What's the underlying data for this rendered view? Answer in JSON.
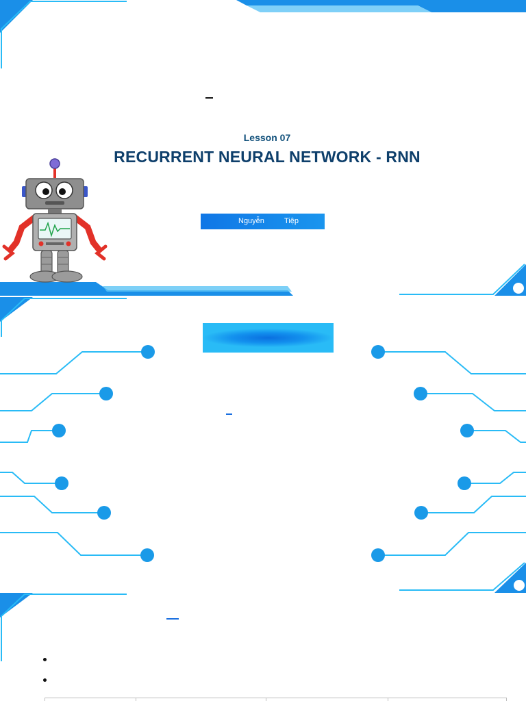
{
  "slide1": {
    "lesson_label": "Lesson 07",
    "title": "RECURRENT NEURAL NETWORK - RNN",
    "author": {
      "first": "Nguyễn",
      "last": "Tiệp"
    }
  },
  "slide2": {},
  "slide3": {},
  "colors": {
    "primary_blue": "#1a8fe8",
    "light_blue": "#29bbf6",
    "title_navy": "#0e3f6b",
    "robot_red": "#e23128",
    "robot_grey": "#9b9b9b"
  },
  "icons": [
    "robot-illustration",
    "circuit-node-icon"
  ]
}
